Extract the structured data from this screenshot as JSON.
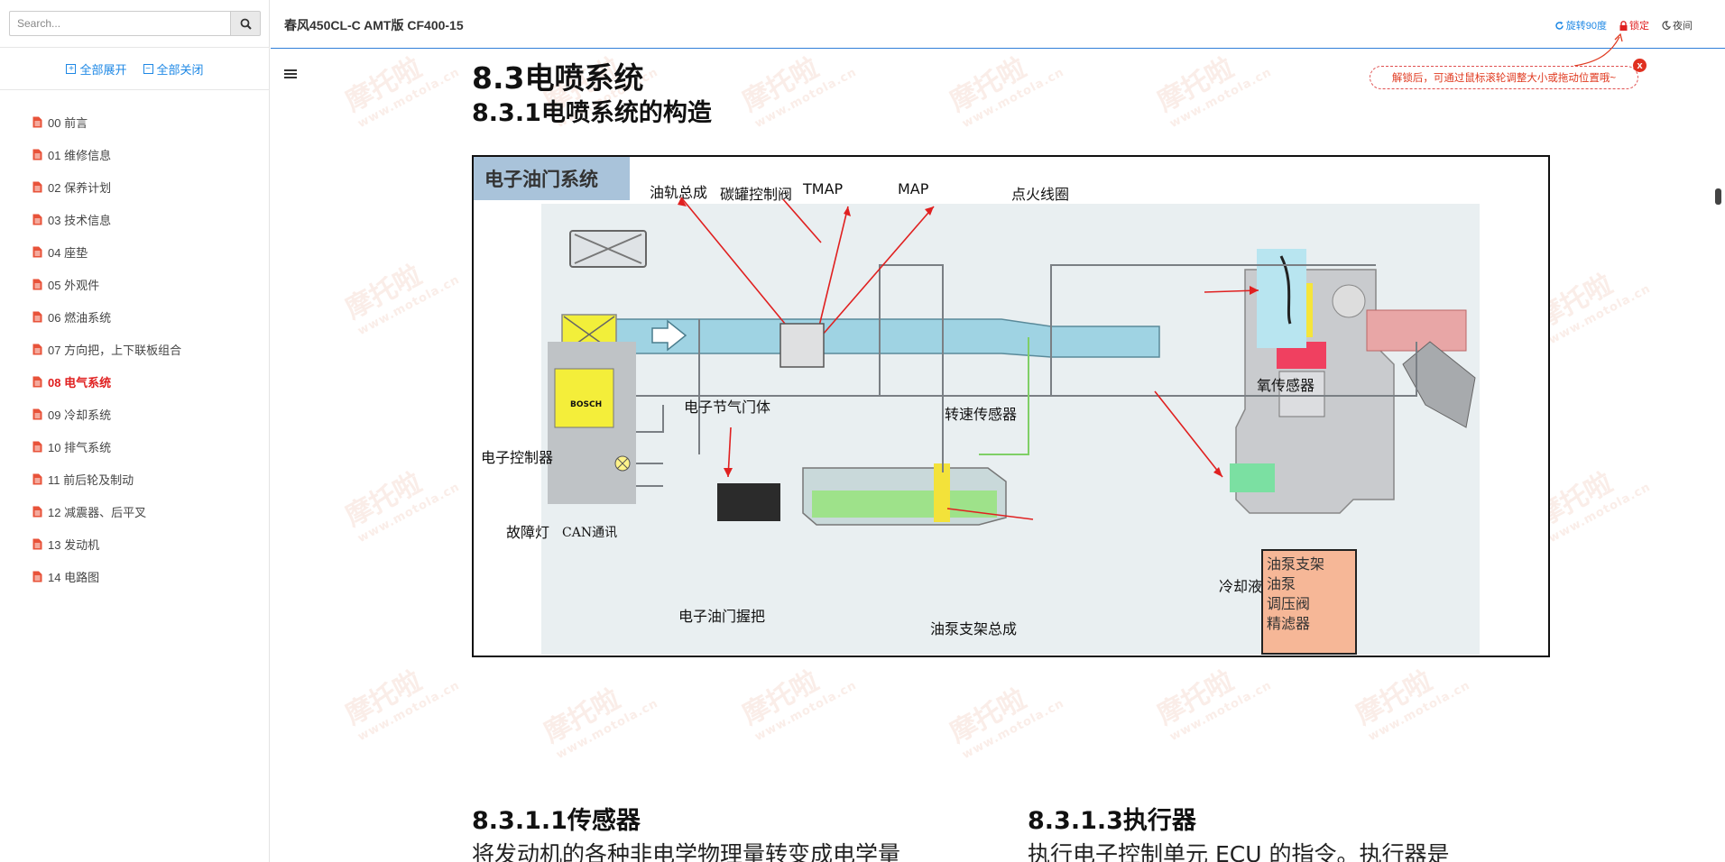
{
  "sidebar": {
    "search_placeholder": "Search...",
    "expand_all": "全部展开",
    "collapse_all": "全部关闭",
    "items": [
      {
        "label": "00 前言"
      },
      {
        "label": "01 维修信息"
      },
      {
        "label": "02 保养计划"
      },
      {
        "label": "03 技术信息"
      },
      {
        "label": "04 座垫"
      },
      {
        "label": "05 外观件"
      },
      {
        "label": "06 燃油系统"
      },
      {
        "label": "07 方向把，上下联板组合"
      },
      {
        "label": "08 电气系统"
      },
      {
        "label": "09 冷却系统"
      },
      {
        "label": "10 排气系统"
      },
      {
        "label": "11 前后轮及制动"
      },
      {
        "label": "12 减震器、后平叉"
      },
      {
        "label": "13 发动机"
      },
      {
        "label": "14 电路图"
      }
    ],
    "active_index": 8
  },
  "header": {
    "title": "春风450CL-C AMT版 CF400-15",
    "rotate": "旋转90度",
    "lock": "锁定",
    "night": "夜间"
  },
  "tip": {
    "text": "解锁后，可通过鼠标滚轮调整大小或拖动位置哦~",
    "close": "x"
  },
  "content": {
    "heading": "8.3电喷系统",
    "subheading": "8.3.1电喷系统的构造",
    "diagram": {
      "title": "电子油门系统",
      "labels": {
        "fuel_rail": "油轨总成",
        "canister_valve": "碳罐控制阀",
        "tmap": "TMAP",
        "map": "MAP",
        "ignition_coil": "点火线圈",
        "throttle_body": "电子节气门体",
        "speed_sensor": "转速传感器",
        "o2_sensor": "氧传感器",
        "ecu": "电子控制器",
        "fault_lamp": "故障灯",
        "can": "CAN通讯",
        "throttle_grip": "电子油门握把",
        "fuel_pump_assy": "油泵支架总成",
        "coolant_sensor": "冷却液温度传感器",
        "bosch": "BOSCH"
      },
      "fuel_box": [
        "油泵支架",
        "油泵",
        "调压阀",
        "精滤器"
      ]
    },
    "section_left": {
      "title": "8.3.1.1传感器",
      "text": "将发动机的各种非电学物理量转变成电学量"
    },
    "section_right": {
      "title": "8.3.1.3执行器",
      "text": "执行电子控制单元 ECU 的指令。执行器是"
    }
  },
  "colors": {
    "accent": "#1e88e5",
    "active": "#e02020",
    "header_line": "#2f7fd8"
  }
}
